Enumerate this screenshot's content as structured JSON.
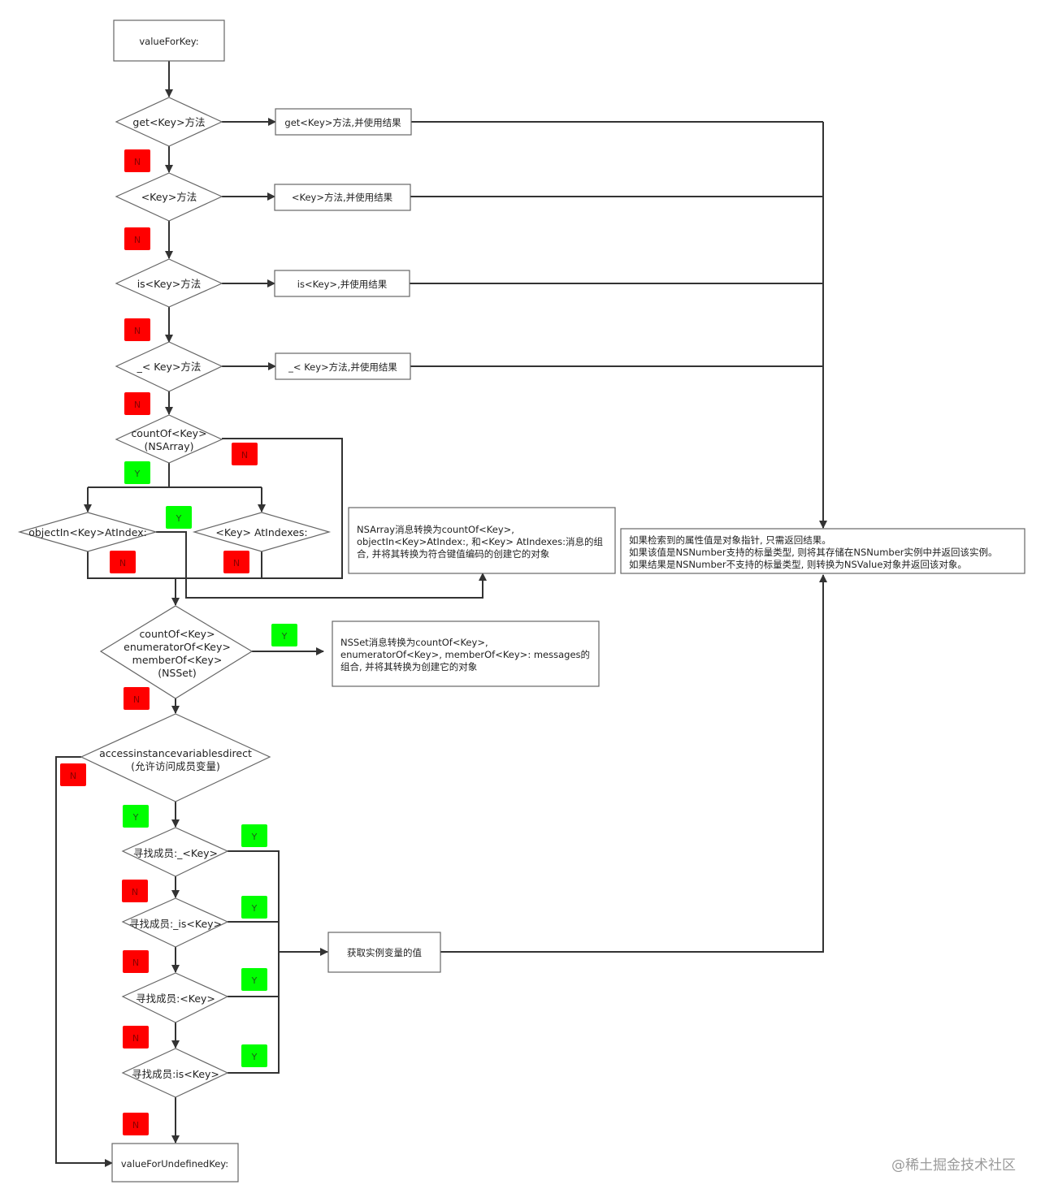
{
  "nodes": {
    "start": "valueForKey:",
    "d_get": "get<Key>方法",
    "d_key": "<Key>方法",
    "d_is": "is<Key>方法",
    "d_underscore": "_< Key>方法",
    "d_count_line1": "countOf<Key>",
    "d_count_line2": "(NSArray)",
    "d_objectin": "objectIn<Key>AtIndex:",
    "d_atindexes": "<Key> AtIndexes:",
    "d_set_line1": "countOf<Key>",
    "d_set_line2": "enumeratorOf<Key>",
    "d_set_line3": "memberOf<Key>",
    "d_set_line4": "(NSSet)",
    "d_access_line1": "accessinstancevariablesdirect",
    "d_access_line2": "(允许访问成员变量)",
    "d_find1": "寻找成员:_<Key>",
    "d_find2": "寻找成员:_is<Key>",
    "d_find3": "寻找成员:<Key>",
    "d_find4": "寻找成员:is<Key>",
    "end": "valueForUndefinedKey:"
  },
  "results": {
    "r_get": "get<Key>方法,并使用结果",
    "r_key": "<Key>方法,并使用结果",
    "r_is": "is<Key>,并使用结果",
    "r_underscore": "_< Key>方法,并使用结果",
    "r_ivar": "获取实例变量的值"
  },
  "notes": {
    "nsarray": [
      "NSArray消息转换为countOf<Key>,",
      "objectIn<Key>AtIndex:, 和<Key> AtIndexes:消息的组",
      "合, 并将其转换为符合键值编码的创建它的对象"
    ],
    "nsset": [
      "NSSet消息转换为countOf<Key>,",
      "enumeratorOf<Key>, memberOf<Key>: messages的",
      "组合, 并将其转换为创建它的对象"
    ],
    "final": [
      "如果检索到的属性值是对象指针, 只需返回结果。",
      "如果该值是NSNumber支持的标量类型, 则将其存储在NSNumber实例中并返回该实例。",
      "如果结果是NSNumber不支持的标量类型, 则转换为NSValue对象并返回该对象。"
    ]
  },
  "badges": {
    "no": "N",
    "yes": "Y"
  },
  "colors": {
    "no": "#ff0000",
    "yes": "#00ff00",
    "line": "#333333",
    "box_border": "#666666"
  },
  "watermark": "@稀土掘金技术社区"
}
